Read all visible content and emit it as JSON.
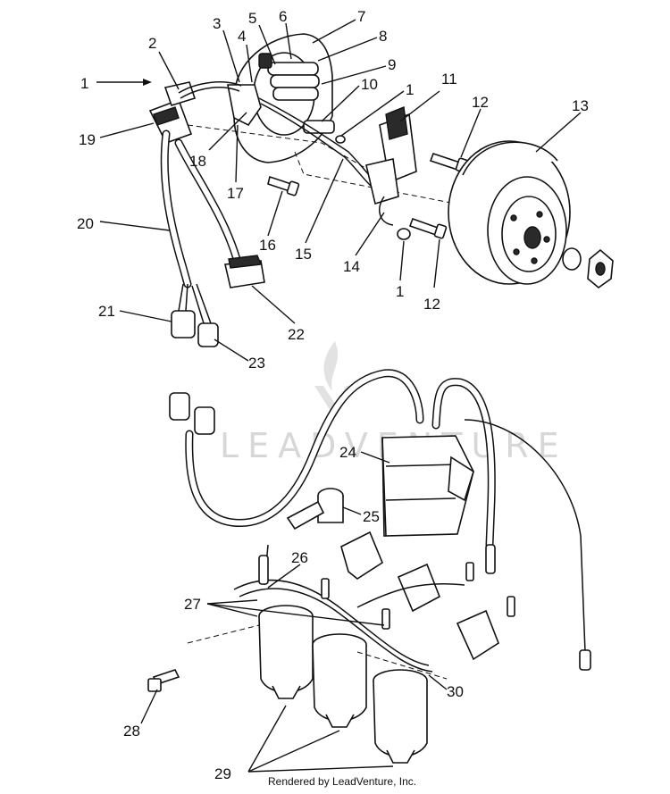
{
  "callouts": [
    {
      "label": "1"
    },
    {
      "label": "2"
    },
    {
      "label": "3"
    },
    {
      "label": "4"
    },
    {
      "label": "5"
    },
    {
      "label": "6"
    },
    {
      "label": "7"
    },
    {
      "label": "8"
    },
    {
      "label": "9"
    },
    {
      "label": "10"
    },
    {
      "label": "1"
    },
    {
      "label": "11"
    },
    {
      "label": "12"
    },
    {
      "label": "13"
    },
    {
      "label": "19"
    },
    {
      "label": "18"
    },
    {
      "label": "17"
    },
    {
      "label": "16"
    },
    {
      "label": "15"
    },
    {
      "label": "14"
    },
    {
      "label": "1"
    },
    {
      "label": "12"
    },
    {
      "label": "20"
    },
    {
      "label": "21"
    },
    {
      "label": "22"
    },
    {
      "label": "23"
    },
    {
      "label": "24"
    },
    {
      "label": "25"
    },
    {
      "label": "26"
    },
    {
      "label": "27"
    },
    {
      "label": "28"
    },
    {
      "label": "30"
    },
    {
      "label": "29"
    }
  ],
  "watermark": {
    "text": "LEADVENTURE"
  },
  "credit": {
    "text": "Rendered by LeadVenture, Inc."
  }
}
